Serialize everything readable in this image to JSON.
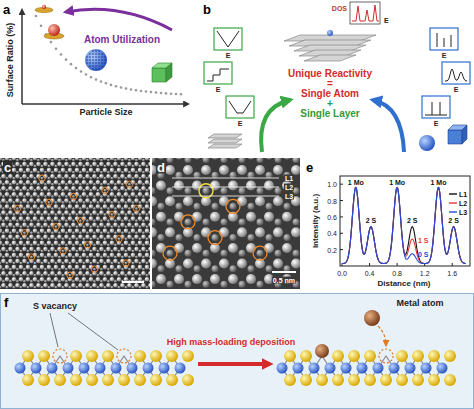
{
  "diagram": {
    "labels": [
      "a",
      "Surface Ratio (%)",
      "Particle Size",
      "Atom Utilization",
      "b",
      "DOS",
      "E",
      "E",
      "E",
      "E",
      "E",
      "E",
      "E",
      "Unique Reactivity",
      "=",
      "Single Atom",
      "+",
      "Single Layer",
      "c",
      "d",
      "L1",
      "L2",
      "L3",
      "0.5 nm",
      "e",
      "1 Mo",
      "1 Mo",
      "1 Mo",
      "2 S",
      "2 S",
      "1 S",
      "0 S",
      "2 S",
      "Intensity (a.u.)",
      "Distance (nm)",
      "0.0",
      "0.4",
      "0.8",
      "1.2",
      "1.6",
      "0.2",
      "0.4",
      "0.6",
      "0.8",
      "1.0",
      "f",
      "S vacancy",
      "High mass-loading deposition",
      "Metal atom"
    ],
    "legend": [
      {
        "text": "L1"
      },
      {
        "text": "L2"
      },
      {
        "text": "L3"
      }
    ]
  }
}
